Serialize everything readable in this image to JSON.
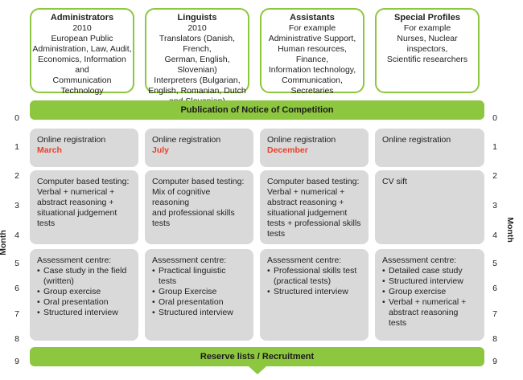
{
  "profiles": [
    {
      "title": "Administrators",
      "lines": [
        "2010",
        "European Public",
        "Administration, Law, Audit,",
        "Economics, Information and",
        "Communication Technology"
      ]
    },
    {
      "title": "Linguists",
      "lines": [
        "2010",
        "Translators (Danish, French,",
        "German, English, Slovenian)",
        "Interpreters (Bulgarian,",
        "English, Romanian, Dutch",
        "and Slovenian)"
      ]
    },
    {
      "title": "Assistants",
      "lines": [
        "For example",
        "Administrative Support,",
        "Human resources, Finance,",
        "Information technology,",
        "Communication, Secretaries"
      ]
    },
    {
      "title": "Special Profiles",
      "lines": [
        "For example",
        "Nurses, Nuclear inspectors,",
        "Scientific researchers"
      ]
    }
  ],
  "notice_bar": "Publication of Notice of Competition",
  "reserve_bar": "Reserve lists / Recruitment",
  "axis_label": "Month",
  "months": [
    "0",
    "1",
    "2",
    "3",
    "4",
    "5",
    "6",
    "7",
    "8",
    "9"
  ],
  "accent_color": "#e8412c",
  "bar_color": "#8dc63f",
  "cell_color": "#d9d9d9",
  "registration": [
    {
      "label": "Online registration",
      "month": "March"
    },
    {
      "label": "Online registration",
      "month": "July"
    },
    {
      "label": "Online registration",
      "month": "December"
    },
    {
      "label": "Online registration",
      "month": ""
    }
  ],
  "testing": [
    {
      "lines": [
        "Computer based testing:",
        "Verbal + numerical +",
        "abstract reasoning +",
        "situational judgement",
        "tests"
      ]
    },
    {
      "lines": [
        "Computer based testing:",
        "Mix of cognitive reasoning",
        "and professional skills",
        "tests"
      ]
    },
    {
      "lines": [
        "Computer based testing:",
        "Verbal + numerical +",
        "abstract reasoning +",
        "situational judgement",
        "tests + professional skills",
        "tests"
      ]
    },
    {
      "lines": [
        "CV sift"
      ]
    }
  ],
  "assessment": [
    {
      "title": "Assessment centre:",
      "items": [
        [
          "Case study in the field",
          "(written)"
        ],
        [
          "Group exercise"
        ],
        [
          "Oral presentation"
        ],
        [
          "Structured interview"
        ]
      ]
    },
    {
      "title": "Assessment centre:",
      "items": [
        [
          "Practical linguistic",
          "tests"
        ],
        [
          "Group Exercise"
        ],
        [
          "Oral presentation"
        ],
        [
          "Structured interview"
        ]
      ]
    },
    {
      "title": "Assessment centre:",
      "items": [
        [
          "Professional skills test",
          "(practical tests)"
        ],
        [
          "Structured interview"
        ]
      ]
    },
    {
      "title": "Assessment centre:",
      "items": [
        [
          "Detailed case study"
        ],
        [
          "Structured interview"
        ],
        [
          "Group exercise"
        ],
        [
          "Verbal + numerical +",
          "abstract reasoning tests"
        ]
      ]
    }
  ]
}
